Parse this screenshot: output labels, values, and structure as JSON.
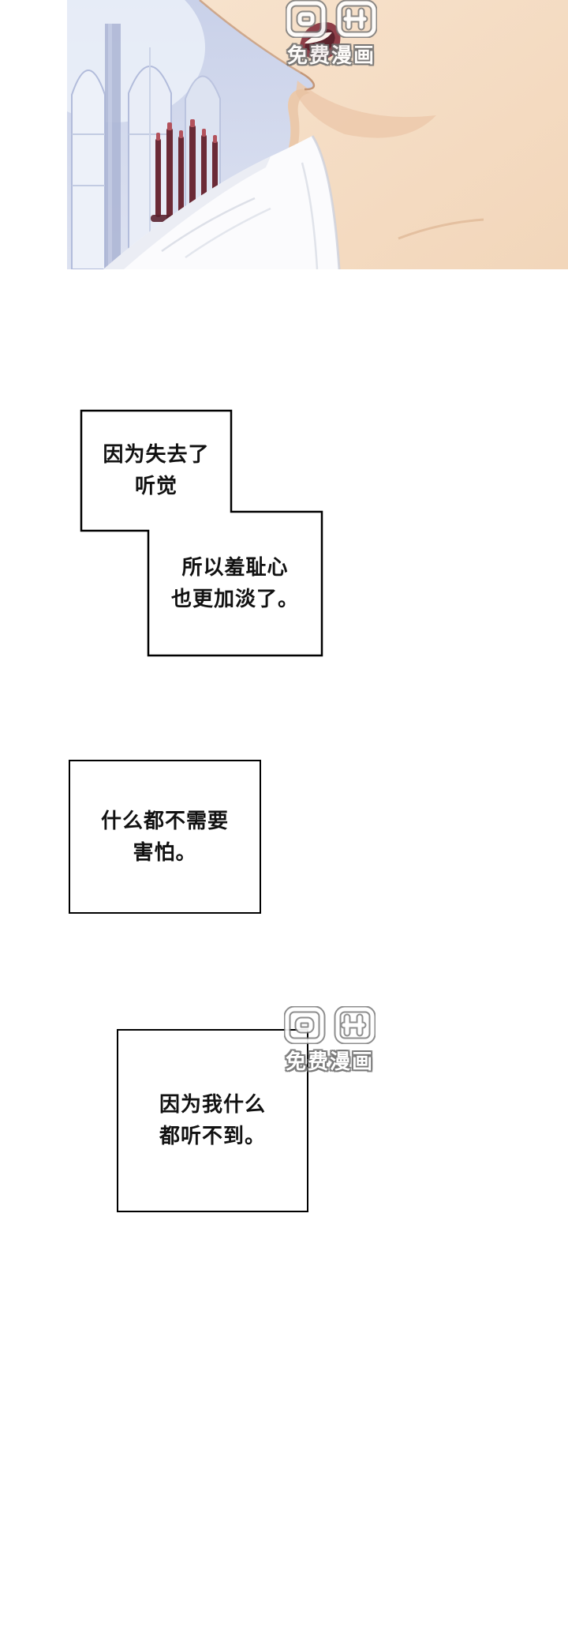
{
  "watermark": {
    "text": "免费漫画"
  },
  "captions": {
    "c1a": {
      "line1": "因为失去了",
      "line2": "听觉"
    },
    "c1b": {
      "line1": "所以羞耻心",
      "line2": "也更加淡了。"
    },
    "c2": {
      "line1": "什么都不需要",
      "line2": "害怕。"
    },
    "c3": {
      "line1": "因为我什么",
      "line2": "都听不到。"
    }
  },
  "colors": {
    "page_bg": "#ffffff",
    "caption_border": "#000000",
    "caption_text": "#111111",
    "wall": "#ccd4ea",
    "skin": "#f6dfc8",
    "skin_shadow": "#ecc9ab",
    "lips": "#8f3f49",
    "mouth_inner": "#5c232d",
    "shirt": "#fbfbfd",
    "candles": "#6b2a36",
    "watermark_fill": "#ffffff"
  }
}
